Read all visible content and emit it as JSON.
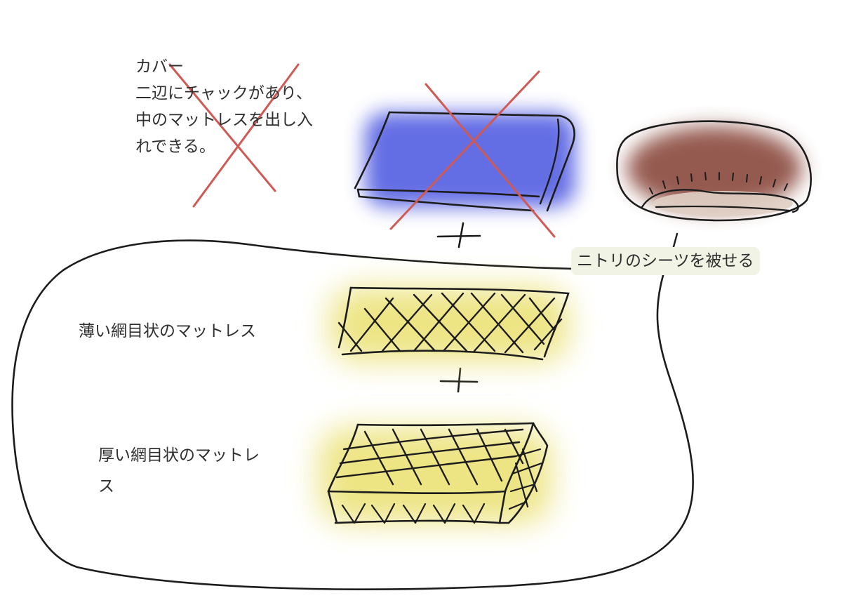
{
  "cover": {
    "lines": [
      "カバー",
      "二辺にチャックがあり、",
      "中のマットレスを出し入",
      "れできる。"
    ],
    "crossed_out": true
  },
  "sheet": {
    "label": "ニトリのシーツを被せる"
  },
  "thin_mattress": {
    "label": "薄い網目状のマットレス"
  },
  "thick_mattress": {
    "lines": [
      "厚い網目状のマットレ",
      "ス"
    ]
  },
  "colors": {
    "ink": "#1c1c1c",
    "cross": "#cf5a55",
    "cover_fill": "#4a55e0",
    "mesh_fill": "#e7dc5c",
    "sheet_fill": "#8a4a3c",
    "label_bg": "#f1f3e4"
  }
}
